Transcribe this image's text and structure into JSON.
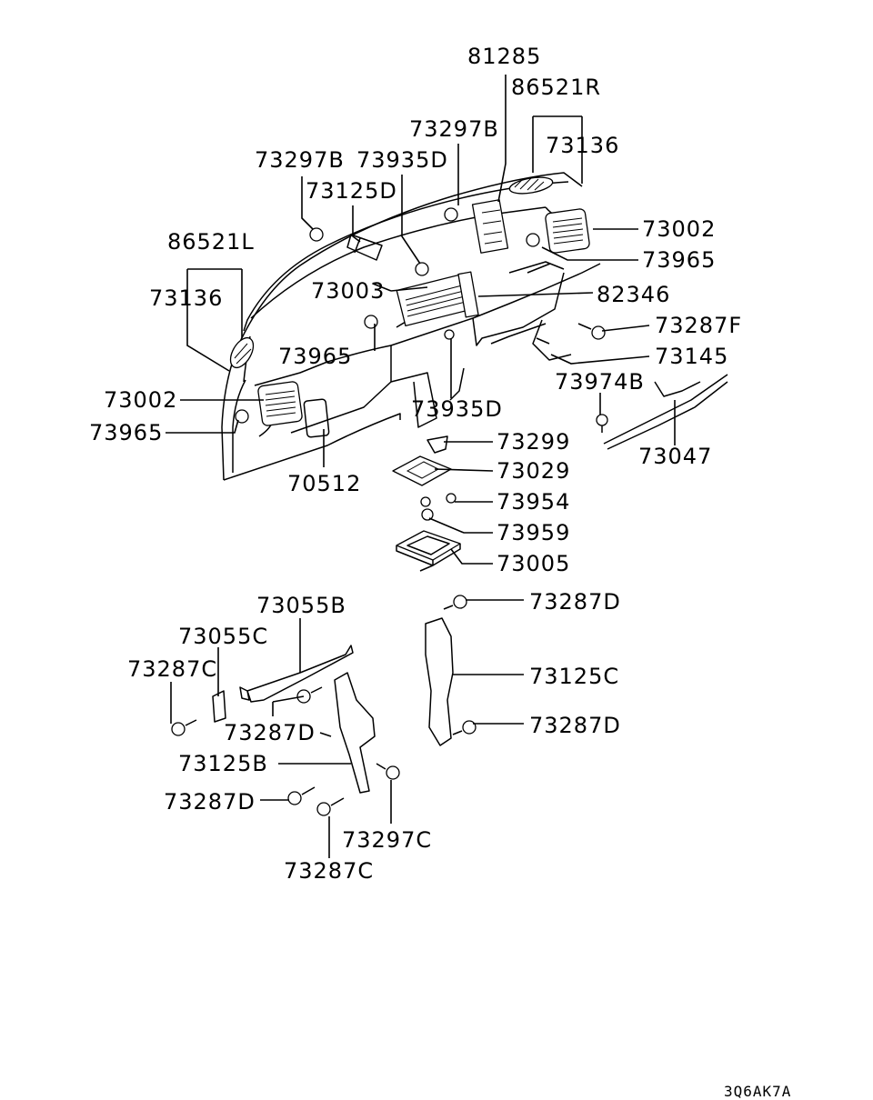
{
  "diagram": {
    "labels": {
      "l81285": "81285",
      "l86521R": "86521R",
      "l73297B_top": "73297B",
      "l73136_right": "73136",
      "l73297B_left": "73297B",
      "l73935D_top": "73935D",
      "l73125D": "73125D",
      "l73002_right": "73002",
      "l86521L": "86521L",
      "l73965_right": "73965",
      "l73136_left": "73136",
      "l73003": "73003",
      "l82346": "82346",
      "l73287F": "73287F",
      "l73965_mid": "73965",
      "l73145": "73145",
      "l73974B": "73974B",
      "l73002_left": "73002",
      "l73935D_bottom": "73935D",
      "l73965_left": "73965",
      "l73047": "73047",
      "l73299": "73299",
      "l73029": "73029",
      "l70512": "70512",
      "l73954": "73954",
      "l73959": "73959",
      "l73005": "73005",
      "l73287D_r1": "73287D",
      "l73055B": "73055B",
      "l73055C": "73055C",
      "l73125C": "73125C",
      "l73287C_left": "73287C",
      "l73287D_r2": "73287D",
      "l73287D_mid": "73287D",
      "l73125B": "73125B",
      "l73287D_left": "73287D",
      "l73297C": "73297C",
      "l73287C_bottom": "73287C"
    },
    "figure_code": "3Q6AK7A"
  }
}
